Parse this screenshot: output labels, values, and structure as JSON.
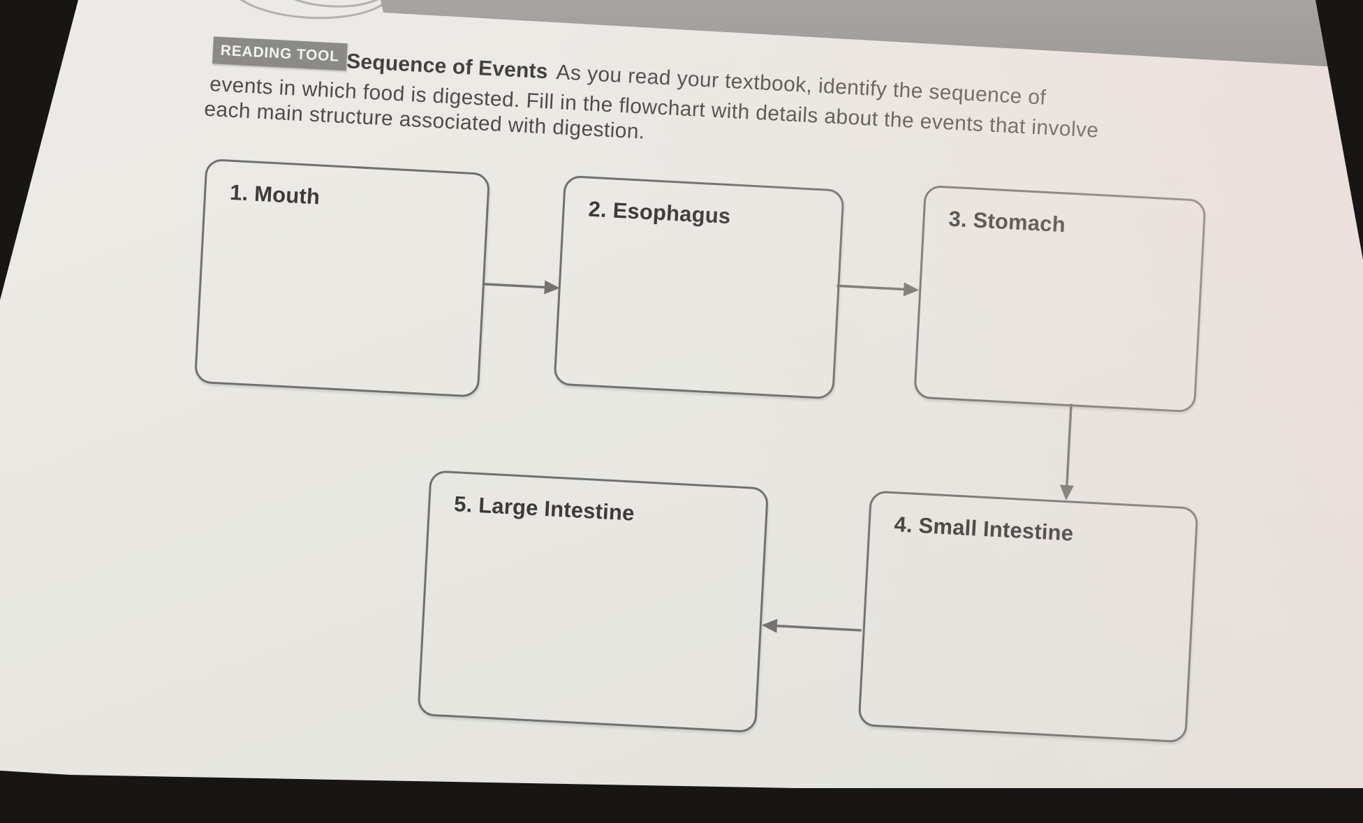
{
  "header": {
    "badge_label": "READING TOOL",
    "title": "Sequence of Events",
    "instruction_line1": "As you read your textbook, identify the sequence of",
    "instruction_line2": "events in which food is digested. Fill in the flowchart with details about the events that involve",
    "instruction_line3": "each main structure associated with digestion."
  },
  "flowchart": {
    "boxes": [
      {
        "label": "1. Mouth",
        "content": ""
      },
      {
        "label": "2. Esophagus",
        "content": ""
      },
      {
        "label": "3. Stomach",
        "content": ""
      },
      {
        "label": "4. Small Intestine",
        "content": ""
      },
      {
        "label": "5. Large Intestine",
        "content": ""
      }
    ],
    "connections": [
      {
        "from": "Mouth",
        "to": "Esophagus",
        "direction": "right"
      },
      {
        "from": "Esophagus",
        "to": "Stomach",
        "direction": "right"
      },
      {
        "from": "Stomach",
        "to": "Small Intestine",
        "direction": "down"
      },
      {
        "from": "Small Intestine",
        "to": "Large Intestine",
        "direction": "left"
      }
    ]
  },
  "colors": {
    "paper": "#e9e8e2",
    "background": "#171614",
    "top_band": "#a09d9a",
    "badge_background": "#8b8a88",
    "badge_text": "#f4f3f0",
    "box_border": "#71706d",
    "arrow": "#74736f",
    "body_text": "#504d49",
    "label_text": "#3d3b38"
  }
}
